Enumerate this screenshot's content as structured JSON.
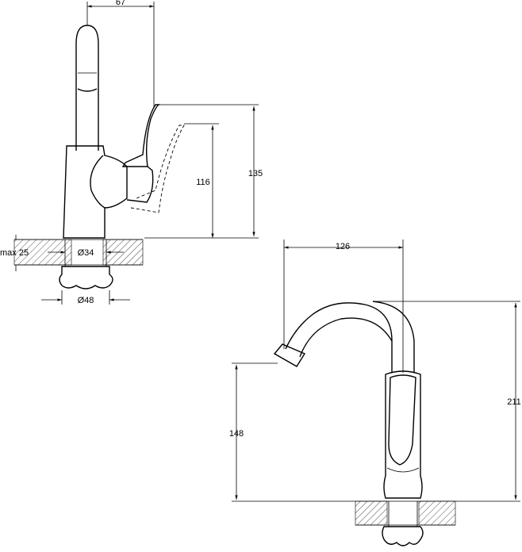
{
  "dimensions": {
    "side_view": {
      "reach_top": "67",
      "lever_height": "116",
      "total_height": "135",
      "max_deck": "max 25",
      "hole_diameter": "Ø34",
      "base_diameter": "Ø48"
    },
    "front_view": {
      "spout_reach": "126",
      "spout_height": "148",
      "total_height": "211"
    }
  }
}
